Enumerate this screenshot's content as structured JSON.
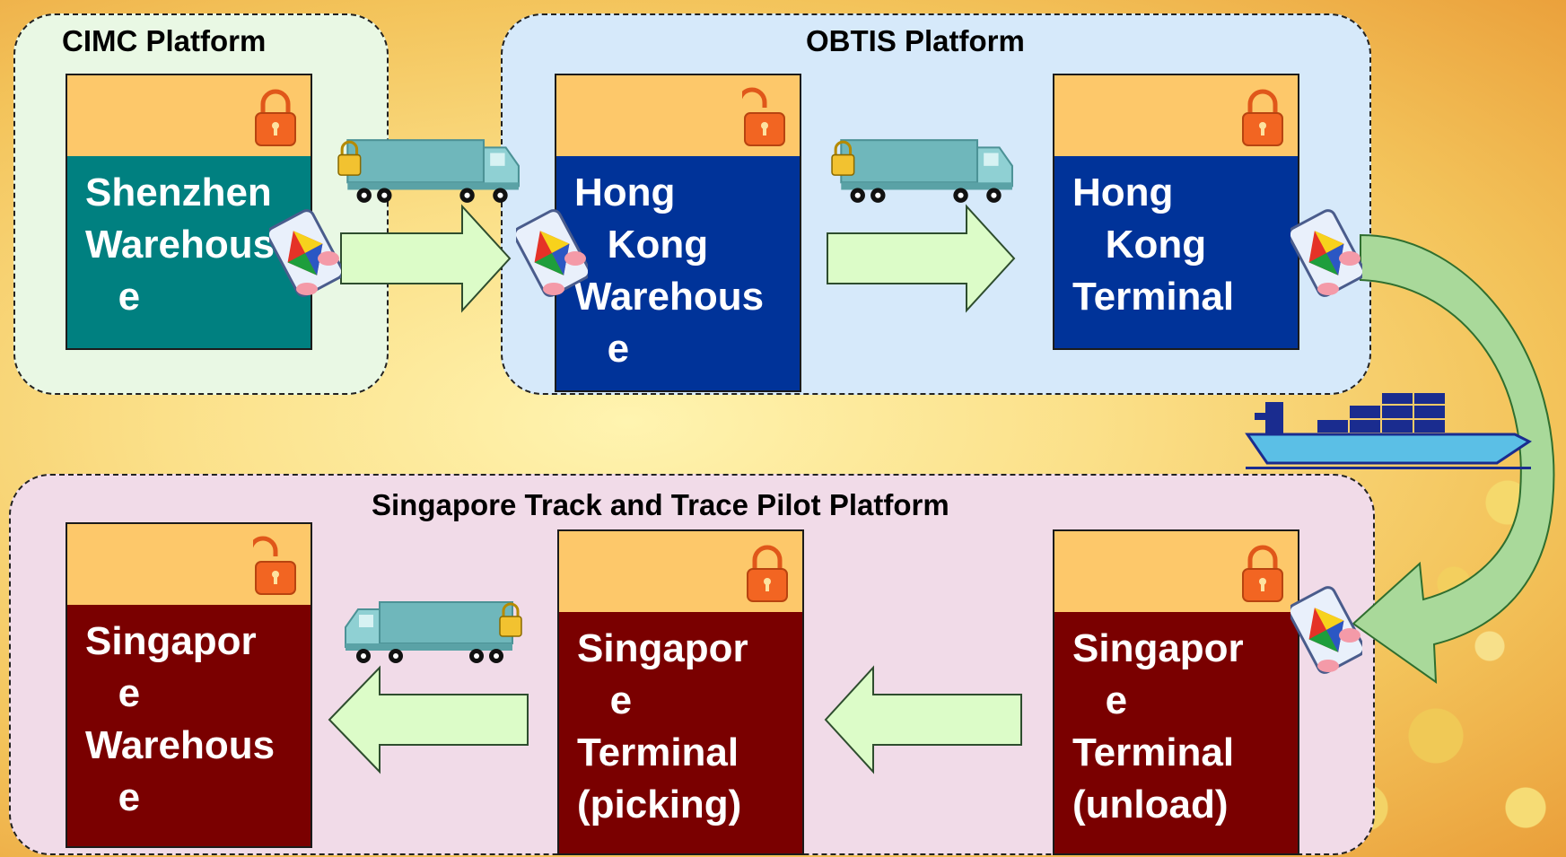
{
  "platforms": {
    "cimc": {
      "label": "CIMC Platform"
    },
    "obtis": {
      "label": "OBTIS Platform"
    },
    "singapore": {
      "label": "Singapore Track and Trace Pilot Platform"
    }
  },
  "nodes": {
    "shenzhen_warehouse": {
      "label": "Shenzhen\nWarehous\n   e",
      "lock": "locked"
    },
    "hk_warehouse": {
      "label": "Hong\n   Kong\nWarehous\n   e",
      "lock": "unlocked"
    },
    "hk_terminal": {
      "label": "Hong\n   Kong\nTerminal",
      "lock": "locked"
    },
    "sg_terminal_unload": {
      "label": "Singapor\n   e\nTerminal\n(unload)",
      "lock": "locked"
    },
    "sg_terminal_picking": {
      "label": "Singapor\n   e\nTerminal\n(picking)",
      "lock": "locked"
    },
    "sg_warehouse": {
      "label": "Singapor\n   e\nWarehous\n   e",
      "lock": "unlocked"
    }
  },
  "colors": {
    "cimc_bg": "#e9f8e4",
    "obtis_bg": "#d6e9fa",
    "singapore_bg": "#f1dbe8",
    "node_head": "#fdc86a",
    "teal_body": "#008080",
    "navy_body": "#003399",
    "maroon_body": "#7a0000",
    "lock_orange": "#f26522",
    "arrow_fill": "#dcfcc8",
    "truck": "#6fb7bb",
    "ship": "#1a2c8f"
  },
  "icons": [
    "lock-icon",
    "unlock-icon",
    "truck-icon",
    "rfid-tag-icon",
    "container-ship-icon",
    "flow-arrow-icon"
  ]
}
